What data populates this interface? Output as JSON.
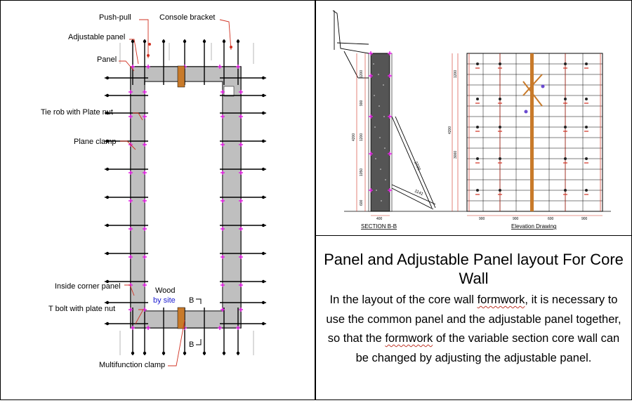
{
  "plan": {
    "labels": {
      "push_pull": "Push-pull",
      "console_bracket": "Console bracket",
      "adjustable_panel": "Adjustable panel",
      "panel": "Panel",
      "tie_rod": "Tie rob with Plate nut",
      "plane_clamp": "Plane clamp",
      "inside_corner": "Inside corner panel",
      "t_bolt": "T bolt with plate nut",
      "multifunction_clamp": "Multifunction clamp",
      "wood": "Wood",
      "by_site": "by site",
      "section_mark_top": "B",
      "section_mark_bottom": "B"
    }
  },
  "section": {
    "caption": "SECTION B-B",
    "dims": [
      "1200",
      "900",
      "1200",
      "1050",
      "600"
    ],
    "total": "4200",
    "brace_long": "2700",
    "brace_short": "1141",
    "width": "400"
  },
  "elevation": {
    "caption": "Elevation Drawing",
    "height_dims": [
      "1200",
      "4200",
      "3000"
    ],
    "width_dims": [
      "900",
      "900",
      "600",
      "900"
    ]
  },
  "text": {
    "title": "Panel and Adjustable Panel layout For Core Wall",
    "desc_1": "In the layout of    the core wall ",
    "desc_2": "formwork",
    "desc_3": ", it is necessary to use the common panel and the adjustable panel together, so that the ",
    "desc_4": "formwork",
    "desc_5": " of the variable section core wall can be changed by adjusting the adjustable panel."
  },
  "colors": {
    "line": "#000000",
    "concrete": "#555555",
    "accent_red": "#d03020",
    "marker_magenta": "#e020e0",
    "blue_text": "#1a1ad0",
    "wood": "#c87a2a"
  }
}
